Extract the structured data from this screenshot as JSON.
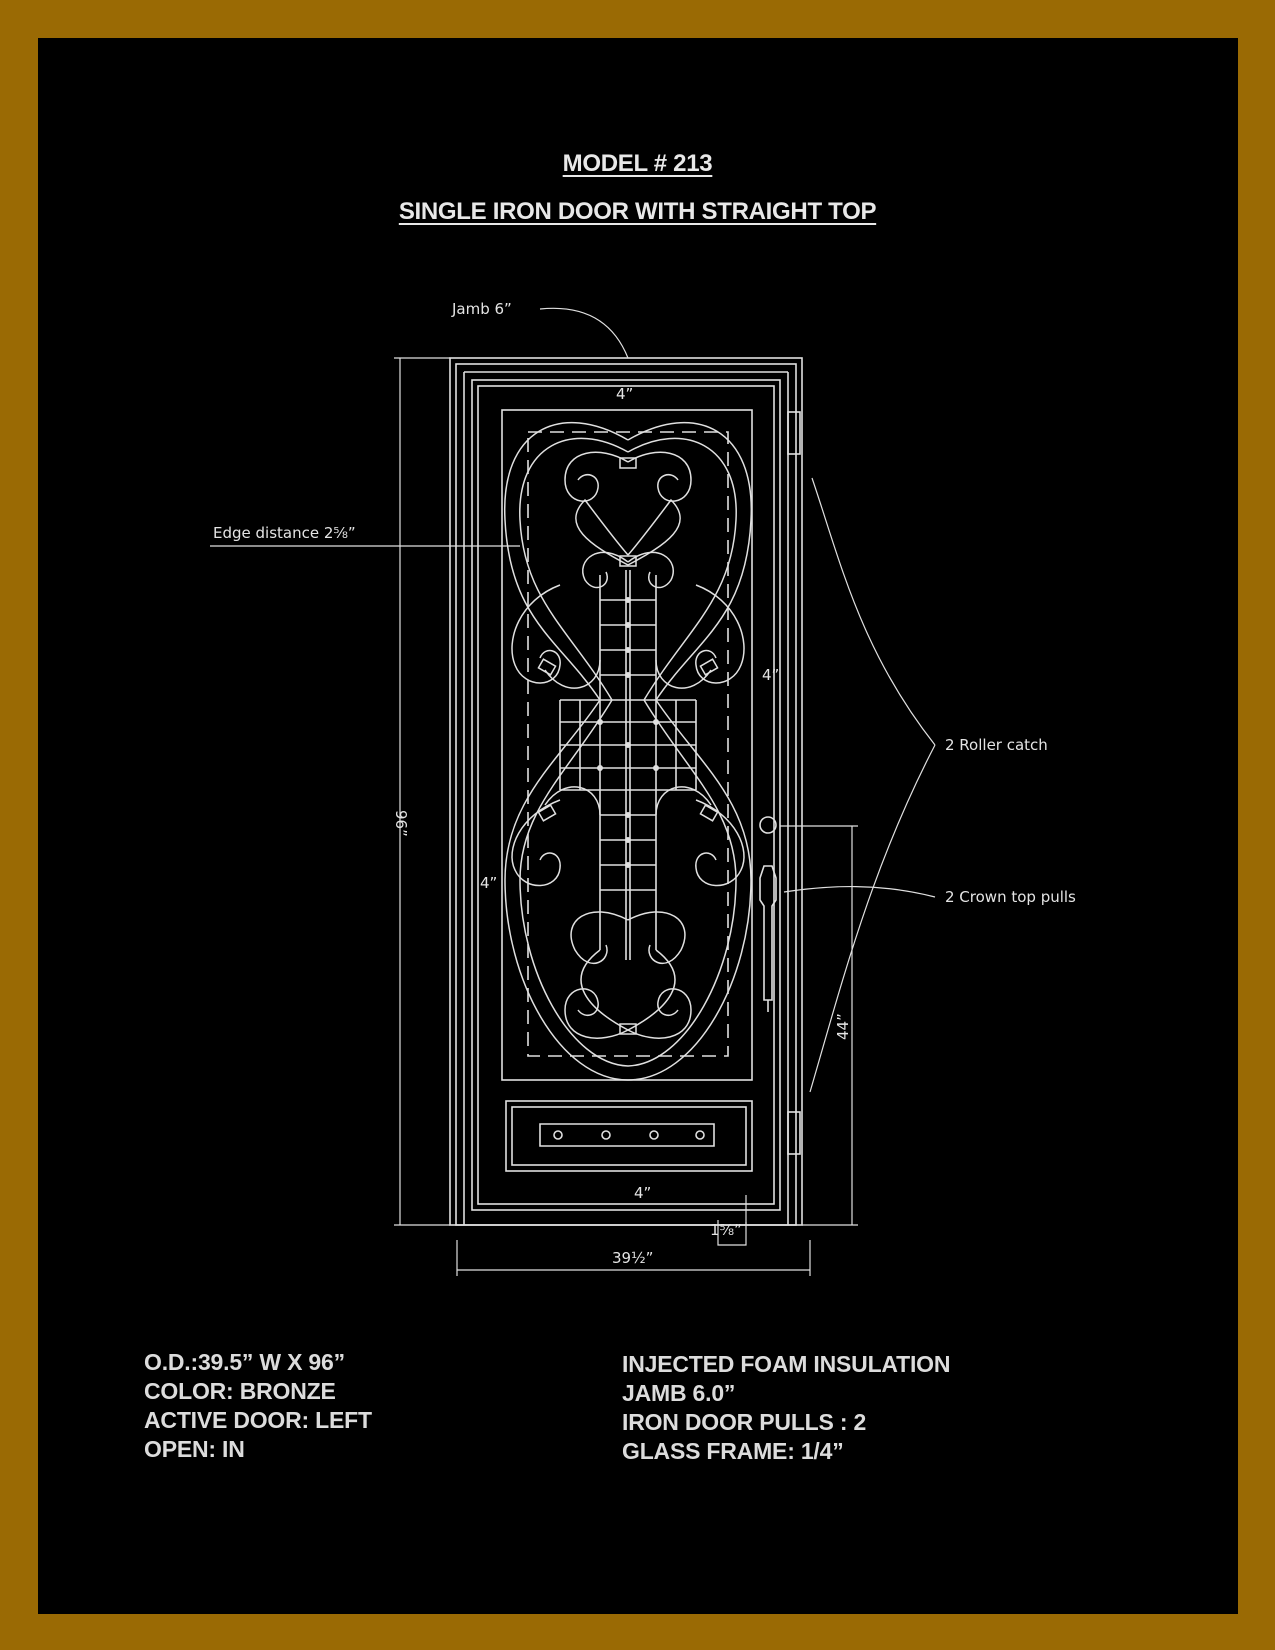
{
  "title": {
    "model": "MODEL # 213",
    "description": "SINGLE IRON DOOR WITH STRAIGHT TOP"
  },
  "labels": {
    "jamb": "Jamb 6”",
    "edge_distance": "Edge distance 2⅝”",
    "roller_catch": "2  Roller  catch",
    "crown_top_pulls": "2  Crown  top  pulls"
  },
  "dimensions": {
    "top_rail": "4”",
    "side_rail_right": "4”",
    "side_rail_left": "4”",
    "bottom_rail": "4”",
    "height": "96”",
    "handle_height": "44”",
    "threshold": "1⅝”",
    "width": "39½”"
  },
  "specs_left": [
    "O.D.:39.5” W X 96”",
    "COLOR: BRONZE",
    "ACTIVE DOOR: LEFT",
    "OPEN: IN"
  ],
  "specs_right": [
    "INJECTED FOAM INSULATION",
    "JAMB 6.0”",
    "IRON DOOR PULLS : 2",
    "GLASS FRAME: 1/4”"
  ],
  "colors": {
    "border": "#9a6a04",
    "background": "#000000",
    "lines": "#e0e0e0"
  }
}
